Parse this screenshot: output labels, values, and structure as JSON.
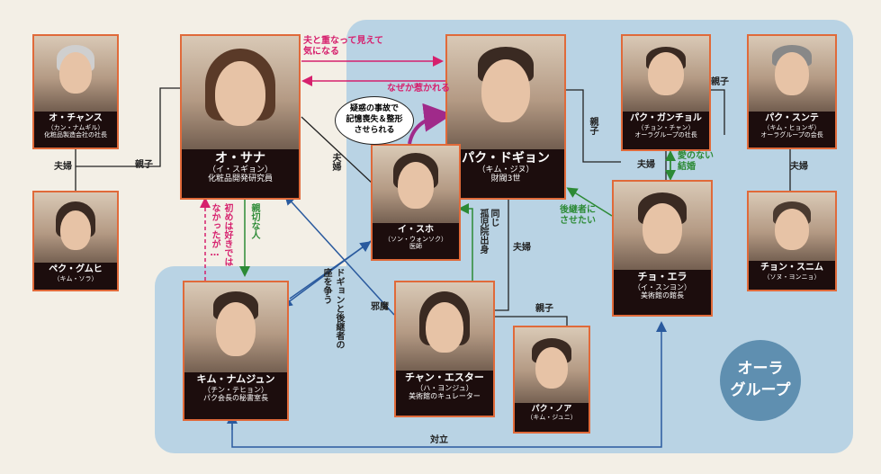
{
  "group": {
    "label_line1": "オーラ",
    "label_line2": "グループ"
  },
  "characters": {
    "o_changsu": {
      "name": "オ・チャンス",
      "reading": "（カン・ナムギル）",
      "role": "化粧品製造会社の社長"
    },
    "baek_gumhee": {
      "name": "ペク・グムヒ",
      "reading": "（キム・ソラ）",
      "role": ""
    },
    "o_sana": {
      "name": "オ・サナ",
      "reading": "（イ・スギョン）",
      "role": "化粧品開発研究員"
    },
    "park_dogyon": {
      "name": "パク・ドギョン",
      "reading": "（キム・ジヌ）",
      "role": "財閥3世"
    },
    "park_ganchol": {
      "name": "パク・ガンチョル",
      "reading": "（チョン・チャン）",
      "role": "オーラグループの社長"
    },
    "park_sunte": {
      "name": "パク・スンテ",
      "reading": "（キム・ヒョンギ）",
      "role": "オーラグループの会長"
    },
    "i_suho": {
      "name": "イ・スホ",
      "reading": "（ソン・ウォンソク）",
      "role": "医師"
    },
    "cho_era": {
      "name": "チョ・エラ",
      "reading": "（イ・スンヨン）",
      "role": "美術館の館長"
    },
    "jeon_sunim": {
      "name": "チョン・スニム",
      "reading": "（ソヌ・ヨンニョ）",
      "role": ""
    },
    "kim_namjun": {
      "name": "キム・ナムジュン",
      "reading": "（チン・テヒョン）",
      "role": "パク会長の秘書室長"
    },
    "chan_ester": {
      "name": "チャン・エスター",
      "reading": "（ハ・ヨンジュ）",
      "role": "美術館のキュレーター"
    },
    "park_noa": {
      "name": "パク・ノア",
      "reading": "（キム・ジュニ）",
      "role": ""
    }
  },
  "relations": {
    "sana_to_dogyon_line1": "夫と重なって見えて",
    "sana_to_dogyon_line2": "気になる",
    "dogyon_to_sana": "なぜか惹かれる",
    "bubble_line1": "疑惑の事故で",
    "bubble_line2": "記憶喪失＆整形",
    "bubble_line3": "させられる",
    "oyako_left": "親子",
    "fuufu_left": "夫婦",
    "fuufu_sana_suho": "夫婦",
    "oyako_dogyon": "親子",
    "fuufu_ganchol": "夫婦",
    "oyako_sunte": "親子",
    "fuufu_sunte": "夫婦",
    "ai_no_nai": "愛のない",
    "kekkon": "結婚",
    "kokeisha_line1": "後継者に",
    "kokeisha_line2": "させたい",
    "shinsetsu": "親切な人",
    "hajime": "初めは好きでは",
    "nakatta": "なかったが…",
    "onaji_line1": "同じ",
    "onaji_line2": "孤児院出身",
    "fuufu_dogyon_ester": "夫婦",
    "kokeisha_arasou_line1": "ドギョンと後継者の",
    "kokeisha_arasou_line2": "座を争う",
    "jama": "邪魔",
    "oyako_ester_noa": "親子",
    "tairitsu": "対立"
  },
  "colors": {
    "frame": "#e06a3a",
    "label_bg": "#1c0d0d",
    "group_bg": "#b9d3e4",
    "pink": "#d6206d",
    "green": "#2c8a35",
    "blue": "#2a5a9e"
  }
}
